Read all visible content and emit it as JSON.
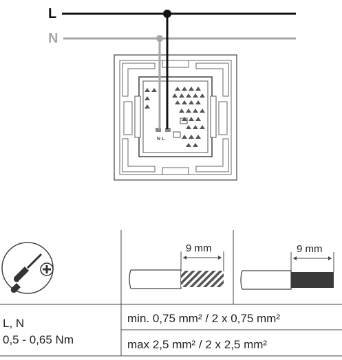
{
  "wiring": {
    "line_label": "L",
    "neutral_label": "N",
    "line_color": "#111111",
    "neutral_color": "#a6a6a6",
    "device_marking": "N L"
  },
  "strip_lengths": {
    "left": "9 mm",
    "right": "9 mm"
  },
  "tool": {
    "icon": "screwdriver-phillips-icon"
  },
  "terminals": {
    "label": "L, N",
    "torque": "0,5 - 0,65 Nm"
  },
  "cable_specs": {
    "min": "min. 0,75 mm² / 2 x 0,75 mm²",
    "max": "max 2,5 mm² / 2 x 2,5 mm²"
  }
}
